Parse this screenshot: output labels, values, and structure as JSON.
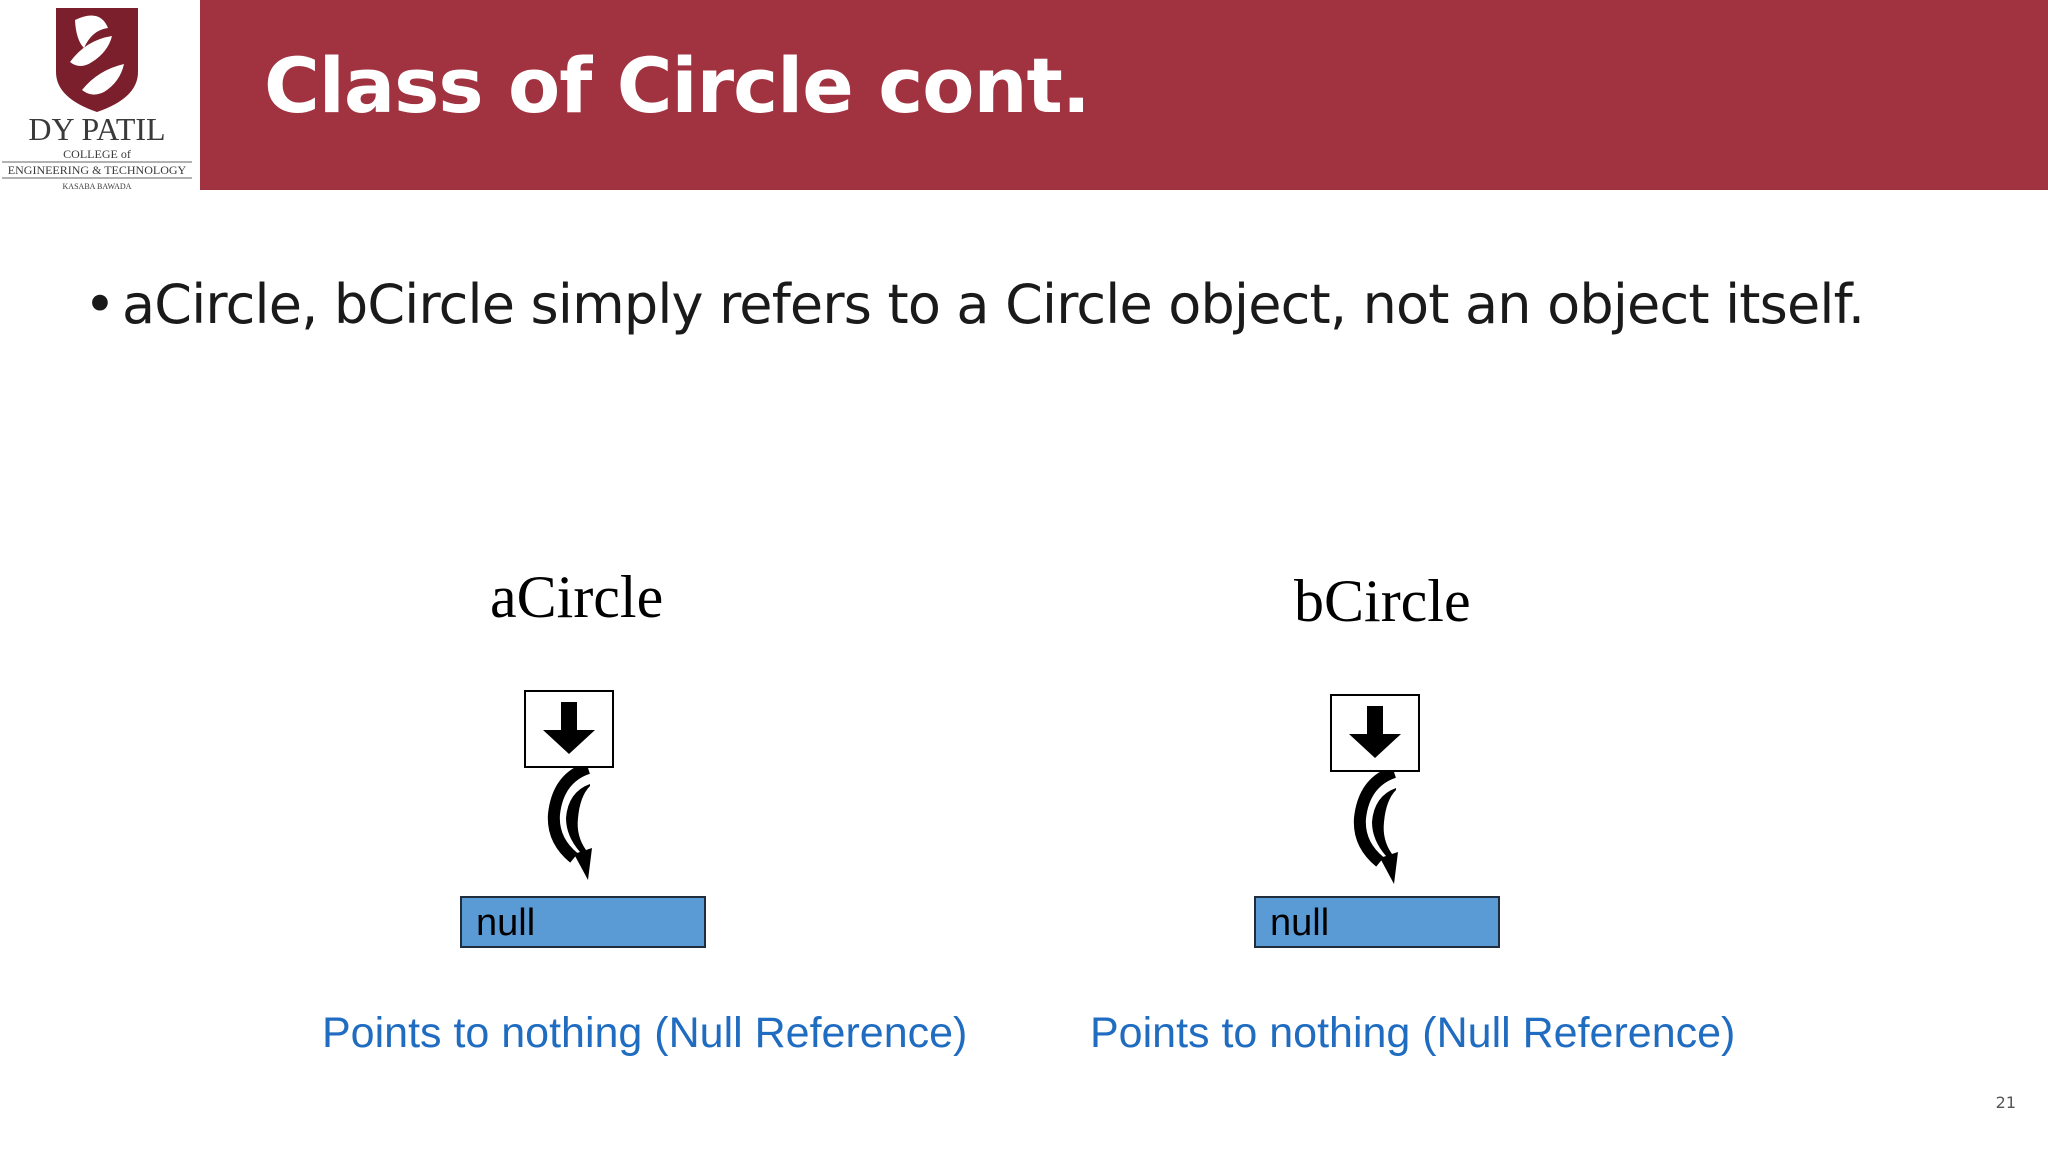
{
  "slide": {
    "title": "Class of Circle cont.",
    "bullet_symbol": "•",
    "bullet_text": "aCircle, bCircle simply refers to a Circle object, not an object itself.",
    "page_number": "21"
  },
  "logo": {
    "name": "DY PATIL",
    "line2": "COLLEGE of",
    "line3": "ENGINEERING & TECHNOLOGY",
    "line4": "KASABA BAWADA",
    "icon": "shield-logo-icon"
  },
  "diagrams": [
    {
      "variable": "aCircle",
      "value": "null",
      "caption": "Points to nothing (Null Reference)"
    },
    {
      "variable": "bCircle",
      "value": "null",
      "caption": "Points to nothing (Null Reference)"
    }
  ],
  "colors": {
    "header_bar": "#a13240",
    "null_box": "#5b9bd5",
    "caption_text": "#1f6cc1"
  }
}
